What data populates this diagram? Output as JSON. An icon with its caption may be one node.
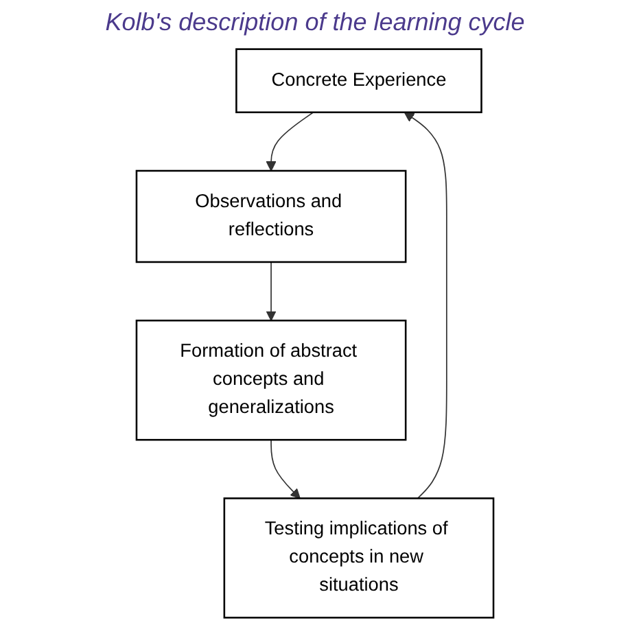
{
  "diagram": {
    "nodes": [
      {
        "text": [
          "Concrete Experience"
        ]
      },
      {
        "text": [
          "Observations and reflections"
        ]
      },
      {
        "text": [
          "Formation of abstract concepts and generalizations"
        ]
      },
      {
        "text": [
          "Testing implications of concepts in new situations"
        ]
      }
    ],
    "edges": [
      {
        "from": 0,
        "to": 1,
        "arrow": "to"
      },
      {
        "from": 1,
        "to": 2,
        "arrow": "to"
      },
      {
        "from": 2,
        "to": 3,
        "arrow": "to"
      },
      {
        "from": 3,
        "to": 0,
        "arrow": "to"
      }
    ],
    "labels": [
      "Kolb's description of the learning cycle"
    ]
  }
}
